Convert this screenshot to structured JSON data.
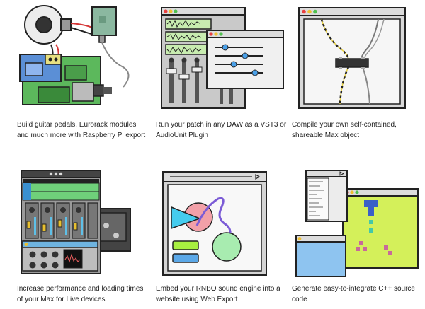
{
  "features": [
    {
      "id": "raspberry-pi",
      "line1": "Build guitar pedals, Eurorack modules",
      "line2": "and much more with Raspberry Pi export",
      "icon": "raspberry-pi-board-icon"
    },
    {
      "id": "daw-plugin",
      "line1": "Run your patch in any DAW as a VST3 or",
      "line2": "AudioUnit Plugin",
      "icon": "daw-mixer-window-icon"
    },
    {
      "id": "max-object",
      "line1": "Compile your own self-contained,",
      "line2": "shareable Max object",
      "icon": "max-object-window-icon"
    },
    {
      "id": "max-for-live",
      "line1": "Increase performance and loading times",
      "line2": "of your Max for Live devices",
      "icon": "live-device-hardware-icon"
    },
    {
      "id": "web-export",
      "line1": "Embed your RNBO sound engine into a",
      "line2": "website using Web Export",
      "icon": "web-browser-window-icon"
    },
    {
      "id": "cpp-export",
      "line1": "Generate easy-to-integrate C++ source",
      "line2": "code",
      "icon": "cpp-source-windows-icon"
    }
  ],
  "colors": {
    "outline": "#222222",
    "pcb_green": "#5cb85c",
    "chip_blue": "#5b8fd6",
    "window_gray": "#c9c9c9",
    "lime": "#d4f05a",
    "pink": "#f2a0a8",
    "mint": "#a8ecb0",
    "cyan": "#44ccee",
    "purple": "#7b5bd6"
  }
}
